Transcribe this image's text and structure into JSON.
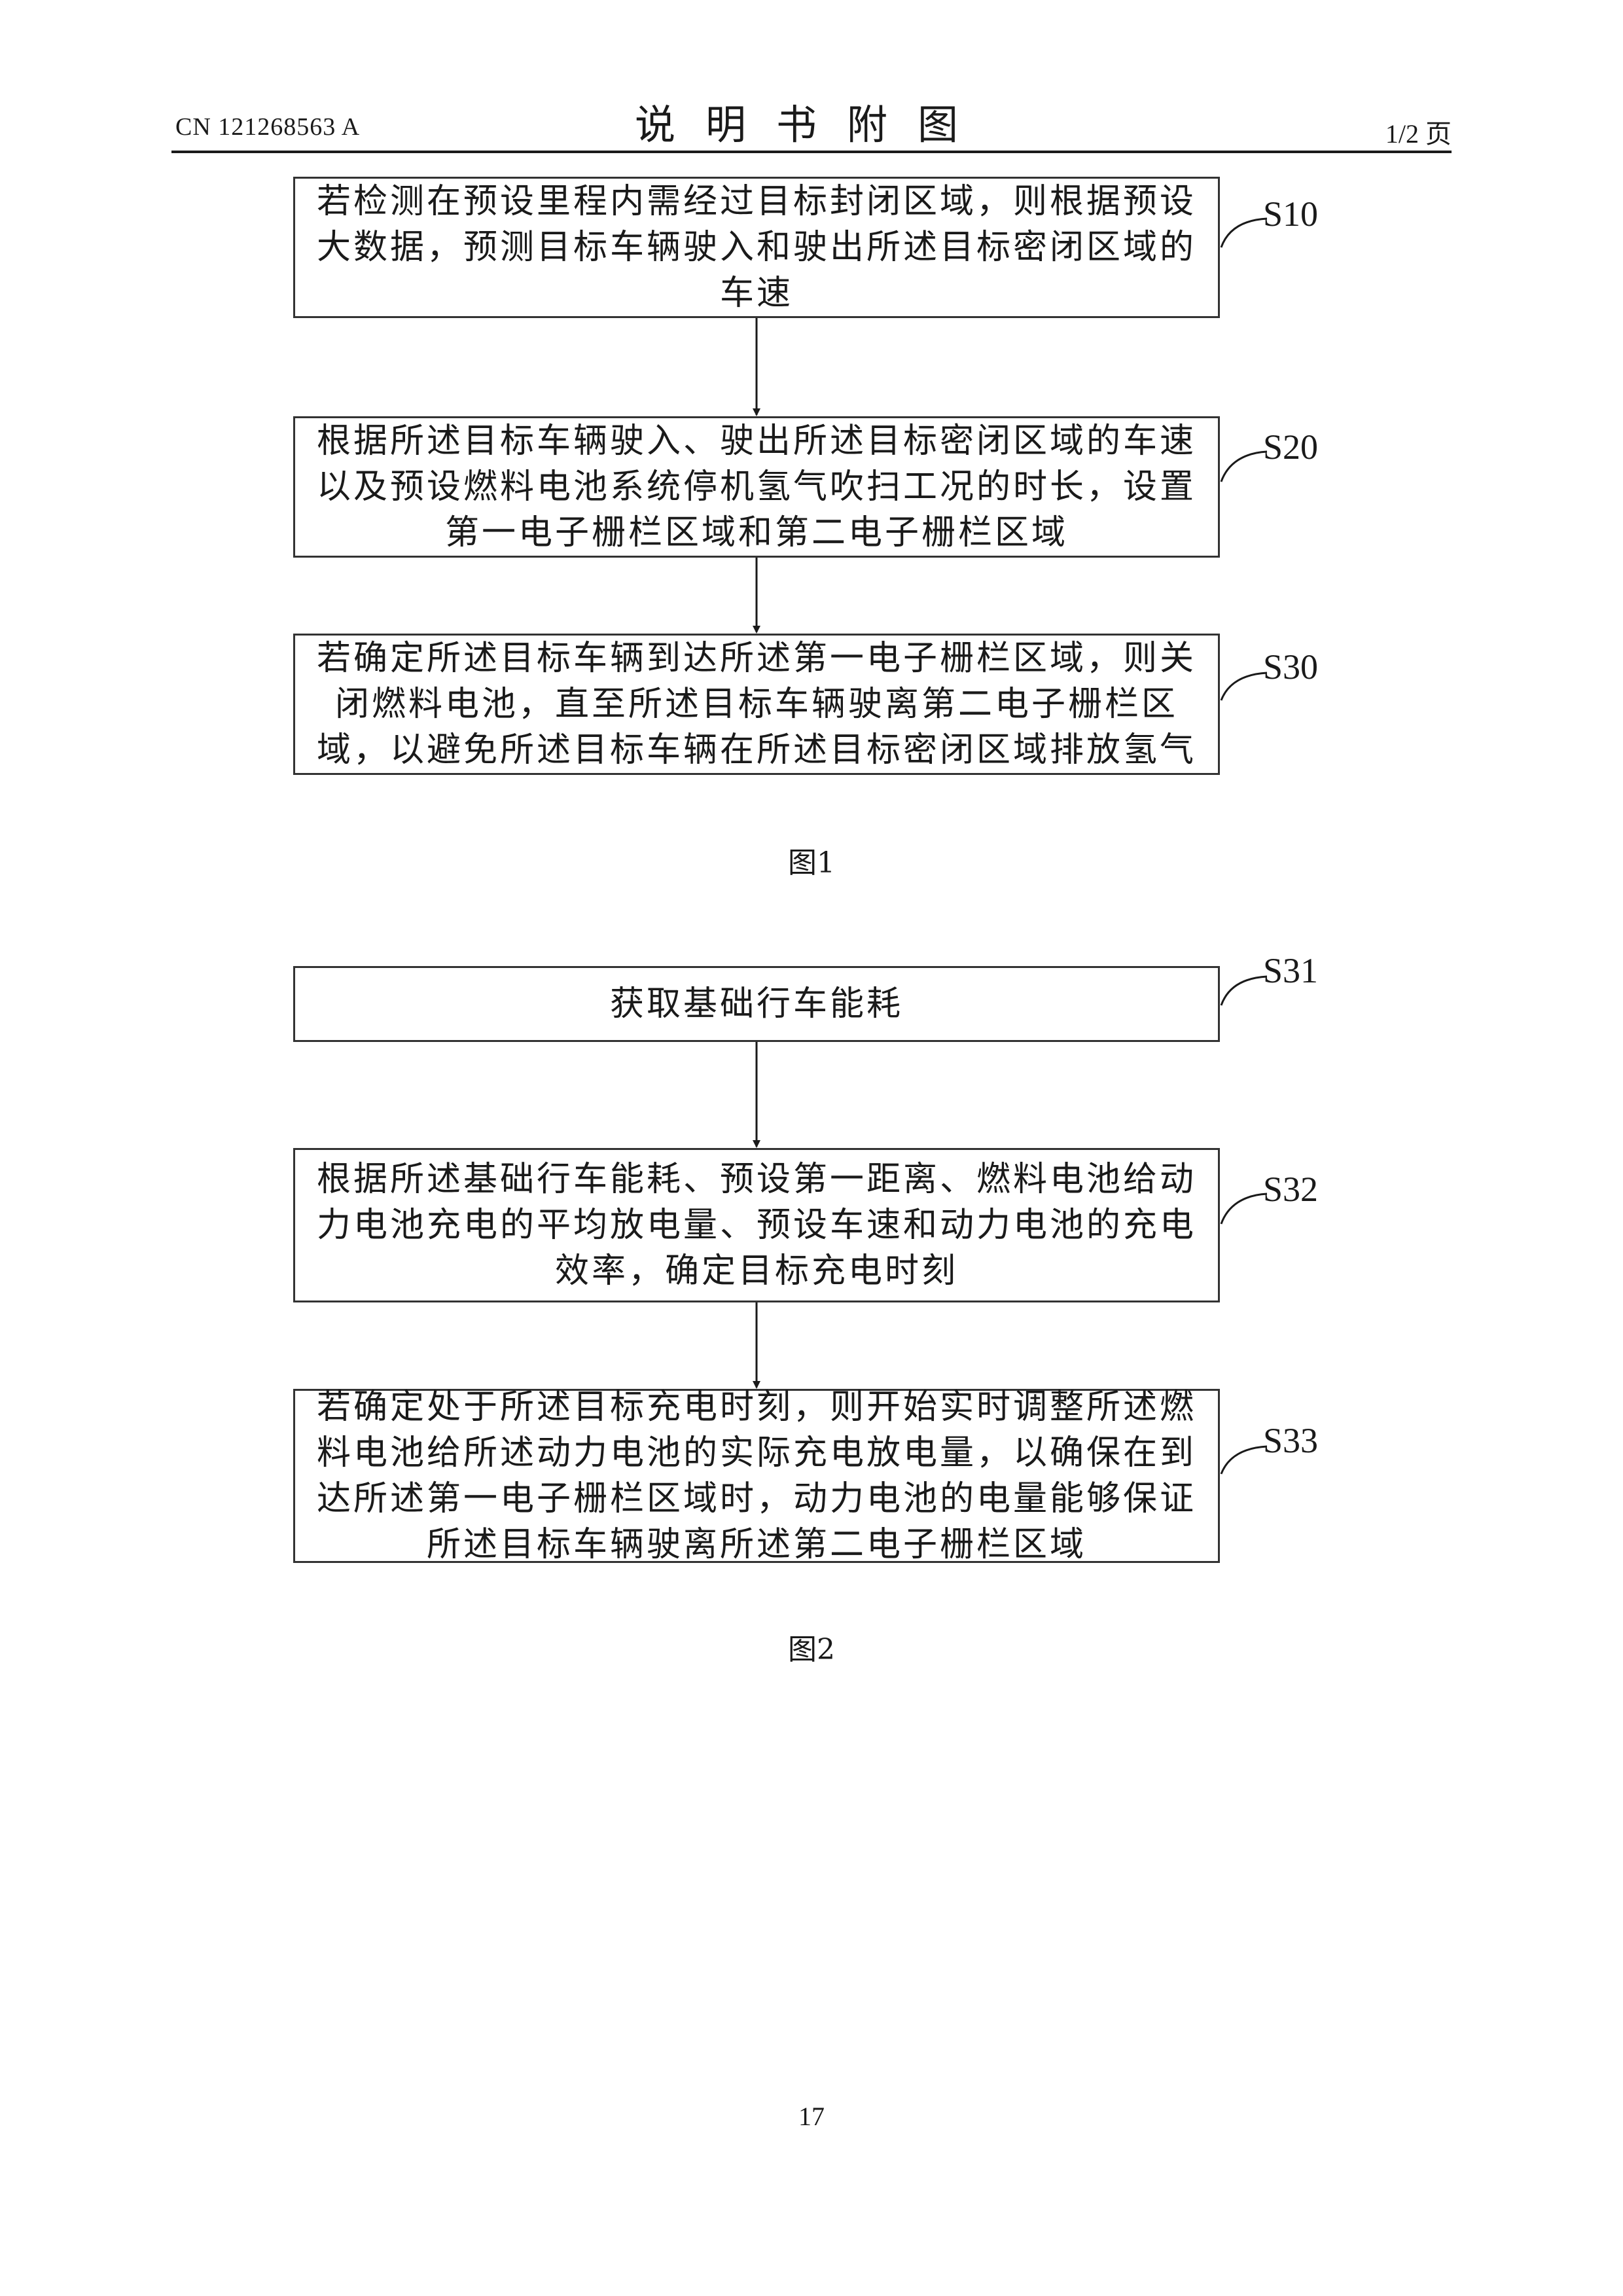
{
  "header": {
    "publication_number": "CN 121268563 A",
    "title": "说明书附图",
    "page_indicator": "1/2 页"
  },
  "figure1": {
    "caption": "图1",
    "steps": [
      {
        "label": "S10",
        "text": "若检测在预设里程内需经过目标封闭区域，则根据预设大数据，预测目标车辆驶入和驶出所述目标密闭区域的车速"
      },
      {
        "label": "S20",
        "text": "根据所述目标车辆驶入、驶出所述目标密闭区域的车速以及预设燃料电池系统停机氢气吹扫工况的时长，设置第一电子栅栏区域和第二电子栅栏区域"
      },
      {
        "label": "S30",
        "text": "若确定所述目标车辆到达所述第一电子栅栏区域，则关闭燃料电池，直至所述目标车辆驶离第二电子栅栏区域，以避免所述目标车辆在所述目标密闭区域排放氢气"
      }
    ]
  },
  "figure2": {
    "caption": "图2",
    "steps": [
      {
        "label": "S31",
        "text": "获取基础行车能耗"
      },
      {
        "label": "S32",
        "text": "根据所述基础行车能耗、预设第一距离、燃料电池给动力电池充电的平均放电量、预设车速和动力电池的充电效率，确定目标充电时刻"
      },
      {
        "label": "S33",
        "text": "若确定处于所述目标充电时刻，则开始实时调整所述燃料电池给所述动力电池的实际充电放电量，以确保在到达所述第一电子栅栏区域时，动力电池的电量能够保证所述目标车辆驶离所述第二电子栅栏区域"
      }
    ]
  },
  "page_number": "17"
}
